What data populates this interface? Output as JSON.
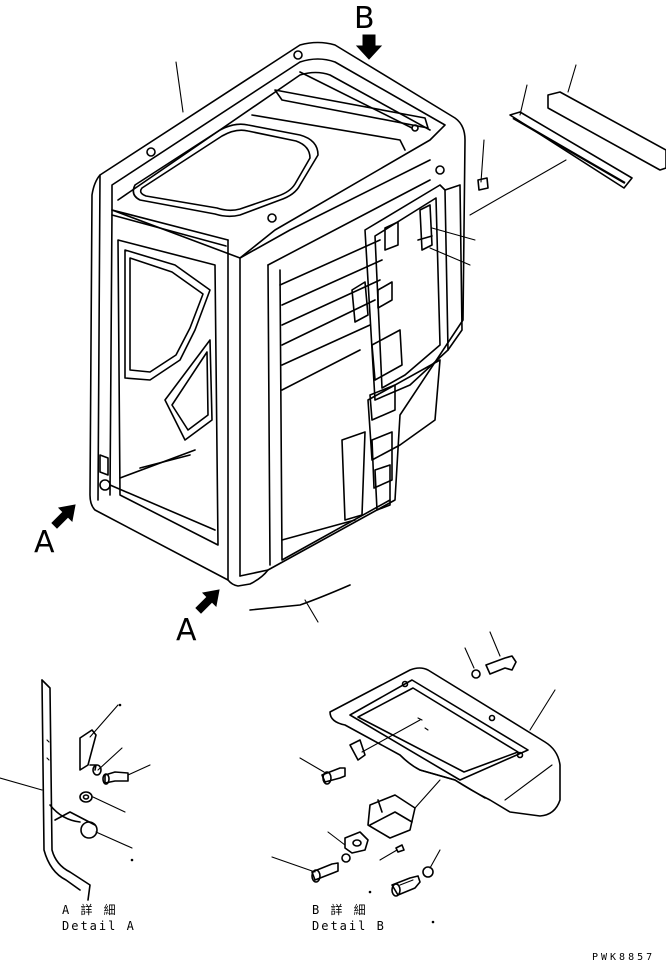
{
  "view_labels": {
    "view_b": "B",
    "view_a_left": "A",
    "view_a_bottom": "A"
  },
  "details": {
    "a": {
      "jp": "A 詳 細",
      "en": "Detail A"
    },
    "b": {
      "jp": "B 詳 細",
      "en": "Detail B"
    }
  },
  "drawing_code": "PWK8857"
}
